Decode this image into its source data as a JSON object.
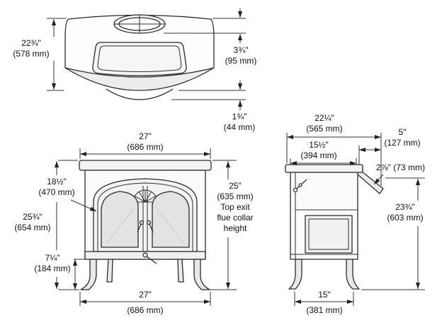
{
  "diagram": {
    "subject": "wood-stove-dimension-drawing",
    "views": {
      "top": "top-view",
      "front": "front-view",
      "side": "side-view"
    }
  },
  "dims": {
    "top_depth": {
      "in": "22¾\"",
      "mm": "(578 mm)"
    },
    "top_flue": {
      "in": "3¾\"",
      "mm": "(95 mm)"
    },
    "top_lip": {
      "in": "1¾\"",
      "mm": "(44 mm)"
    },
    "front_width_top": {
      "in": "27\"",
      "mm": "(686 mm)"
    },
    "front_glass": {
      "in": "18½\"",
      "mm": "(470 mm)"
    },
    "front_height": {
      "in": "25¾\"",
      "mm": "(654 mm)"
    },
    "front_leg": {
      "in": "7¼\"",
      "mm": "(184 mm)"
    },
    "front_flue": {
      "in": "25\"",
      "mm": "(635 mm)",
      "note1": "Top exit",
      "note2": "flue collar",
      "note3": "height"
    },
    "front_width_bottom": {
      "in": "27\"",
      "mm": "(686 mm)"
    },
    "side_depth": {
      "in": "22¼\"",
      "mm": "(565 mm)"
    },
    "side_body": {
      "in": "15½\"",
      "mm": "(394 mm)"
    },
    "side_rear": {
      "in": "5\"",
      "mm": "(127 mm)"
    },
    "side_shield": {
      "label": "2⅞\" (73 mm)"
    },
    "side_height": {
      "in": "23¾\"",
      "mm": "(603 mm)"
    },
    "side_span": {
      "in": "15\"",
      "mm": "(381 mm)"
    }
  }
}
